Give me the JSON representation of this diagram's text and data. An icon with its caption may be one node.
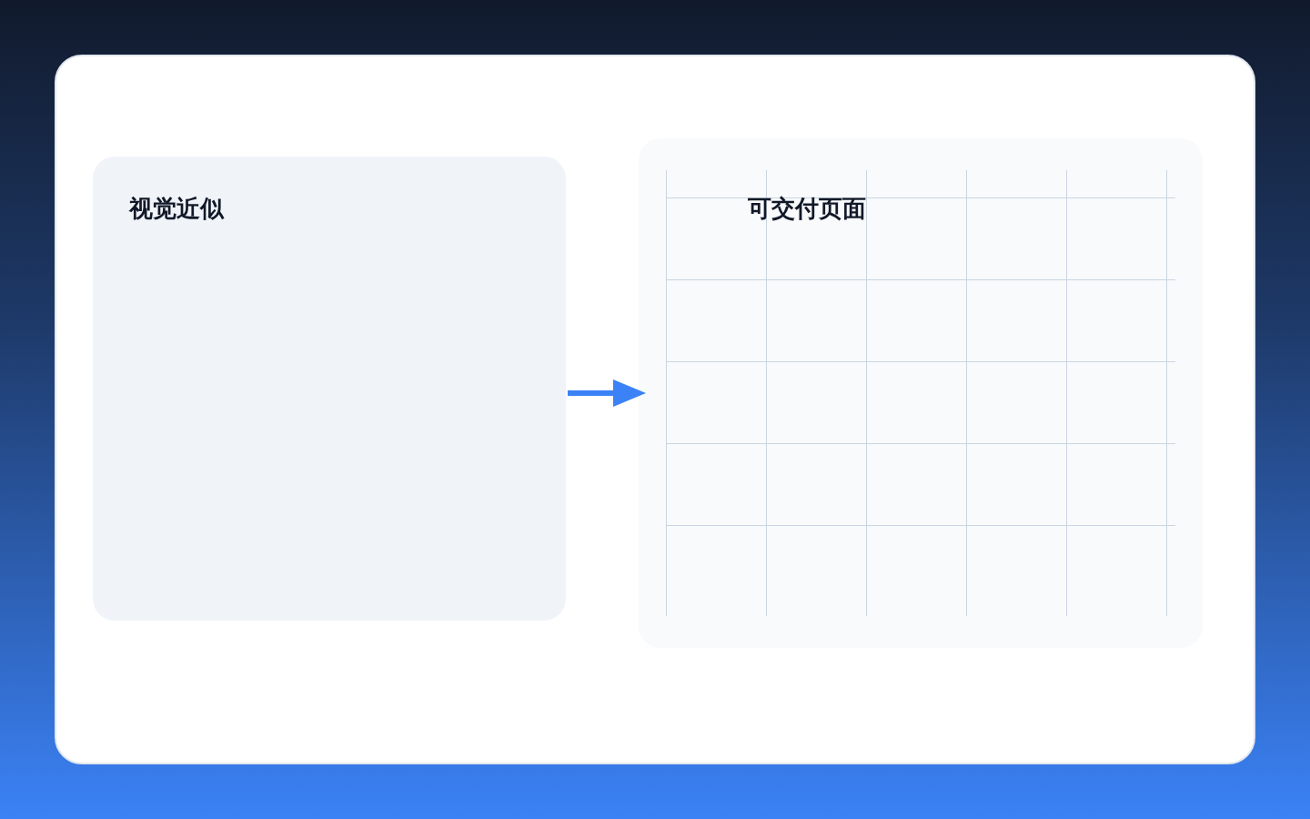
{
  "diagram": {
    "nodes": [
      {
        "text": [
          "视觉近似"
        ]
      },
      {
        "text": [
          "可交付页面"
        ]
      }
    ],
    "edges": [
      {
        "from": 0,
        "to": 1,
        "arrow": "to"
      }
    ]
  }
}
